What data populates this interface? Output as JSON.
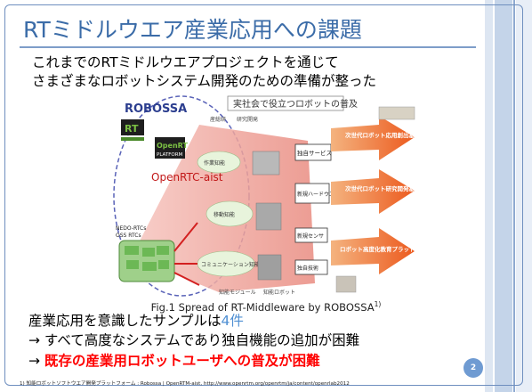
{
  "slide": {
    "title": "RTミドルウエア産業応用への課題",
    "intro_line1": "これまでのRTミドルウエアプロジェクトを通じて",
    "intro_line2": "さまざまなロボットシステム開発のための準備が整った",
    "caption_text": "Fig.1 Spread of RT-Middleware by ROBOSSA",
    "caption_ref": "1)",
    "point1_prefix": "産業応用を意識したサンプルは",
    "point1_highlight": "4件",
    "point2": "→ すべて高度なシステムであり独自機能の追加が困難",
    "point3_arrow": "→ ",
    "point3_highlight": "既存の産業用ロボットユーザへの普及が困難",
    "page_number": "2",
    "footnote": "1) 知能ロボットソフトウエア開発プラットフォーム : Robossa | OpenRTM-aist, http://www.openrtm.org/openrtm/ja/content/openrlab2012"
  },
  "figure": {
    "robossa_label": "ROBOSSA",
    "banner": "実社会で役立つロボットの普及",
    "openrtc_label": "OpenRTC-aist",
    "rt_logo": "RT",
    "openrt_logo": "OpenRT",
    "platform_label": "PLATFORM",
    "nedo_label": "NEDO-RTCs",
    "oss_label": "OSS RTCs",
    "arrow_texts": [
      "次世代ロボット応用創出基盤",
      "次世代ロボット研究開発基盤",
      "ロボット高度化教育プラットフォーム"
    ],
    "module_labels": [
      "独自サービス",
      "新規ハードウエア",
      "新規センサ",
      "独自技術"
    ],
    "cloud_labels": [
      "作業知能",
      "移動知能",
      "コミュニケーション知能"
    ],
    "small_labels": [
      "産総研",
      "研究開発",
      "知能モジュール",
      "知能ロボット"
    ],
    "colors": {
      "title_blue": "#3b6ca8",
      "accent_red": "#ff0000",
      "accent_blue": "#4f8fd3",
      "arrow_orange": "#ef6a2b"
    }
  }
}
